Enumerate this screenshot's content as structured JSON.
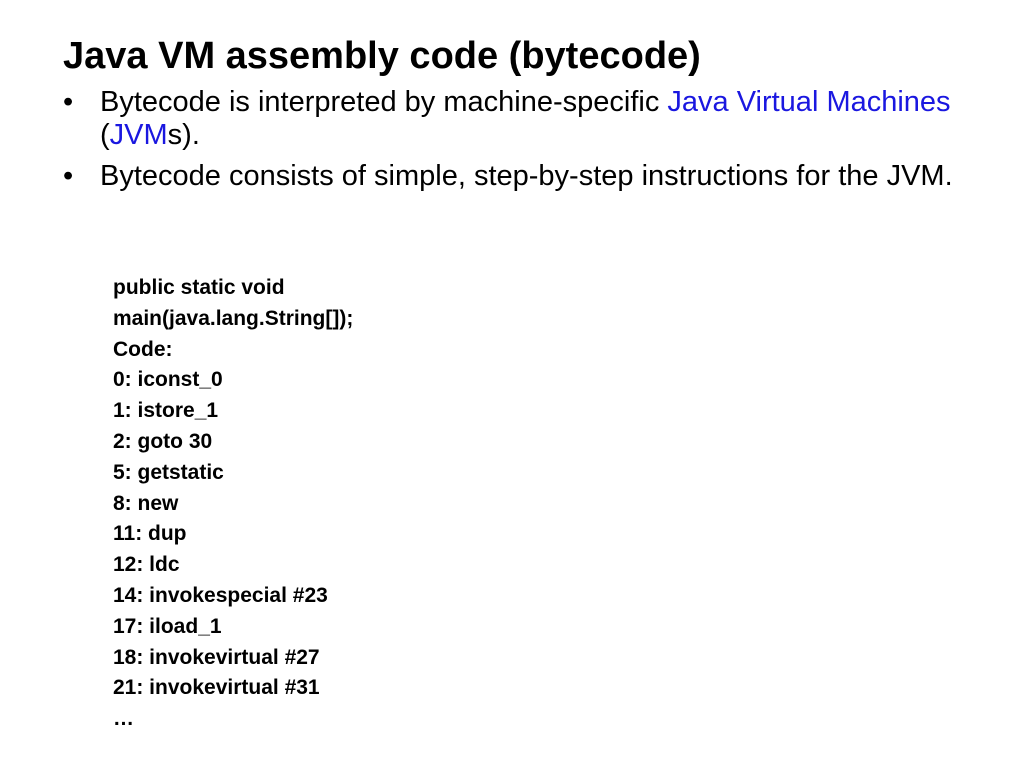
{
  "slide": {
    "title": "Java VM assembly code (bytecode)",
    "bullet_symbol": "•",
    "bullets": [
      {
        "text_before": "Bytecode is interpreted by machine-specific ",
        "link1": "Java Virtual Machines",
        "text_middle": " (",
        "link2": "JVM",
        "text_after": "s)."
      },
      {
        "text": "Bytecode consists of simple, step-by-step instructions for the JVM."
      }
    ],
    "link_color": "#1a17e0",
    "code_lines": [
      "public static void",
      "main(java.lang.String[]);",
      "Code:",
      "0: iconst_0",
      "1: istore_1",
      "2: goto 30",
      "5: getstatic",
      "8: new",
      "11: dup",
      "12: ldc",
      "14: invokespecial #23",
      "17: iload_1",
      "18: invokevirtual #27",
      "21: invokevirtual #31",
      "…"
    ]
  }
}
